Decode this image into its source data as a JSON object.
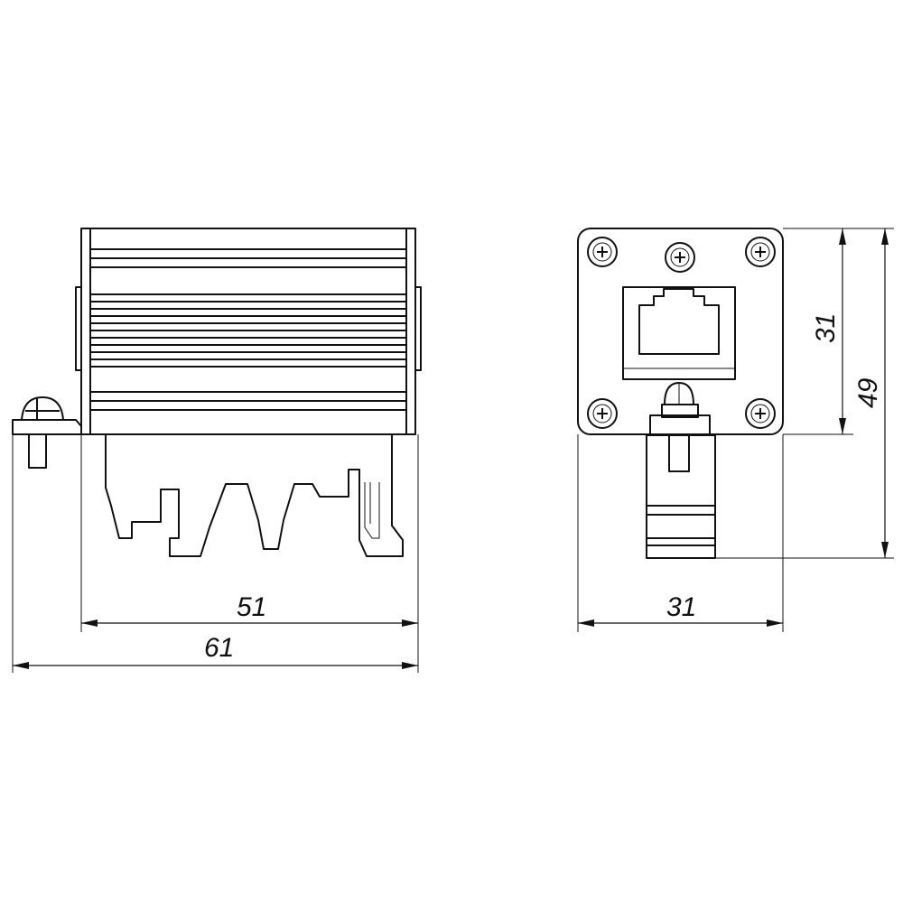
{
  "dimensions": {
    "side_length": "51",
    "side_total_length": "61",
    "front_width": "31",
    "front_face_height": "31",
    "front_total_height": "49"
  },
  "colors": {
    "line": "#111111",
    "background": "#ffffff"
  }
}
